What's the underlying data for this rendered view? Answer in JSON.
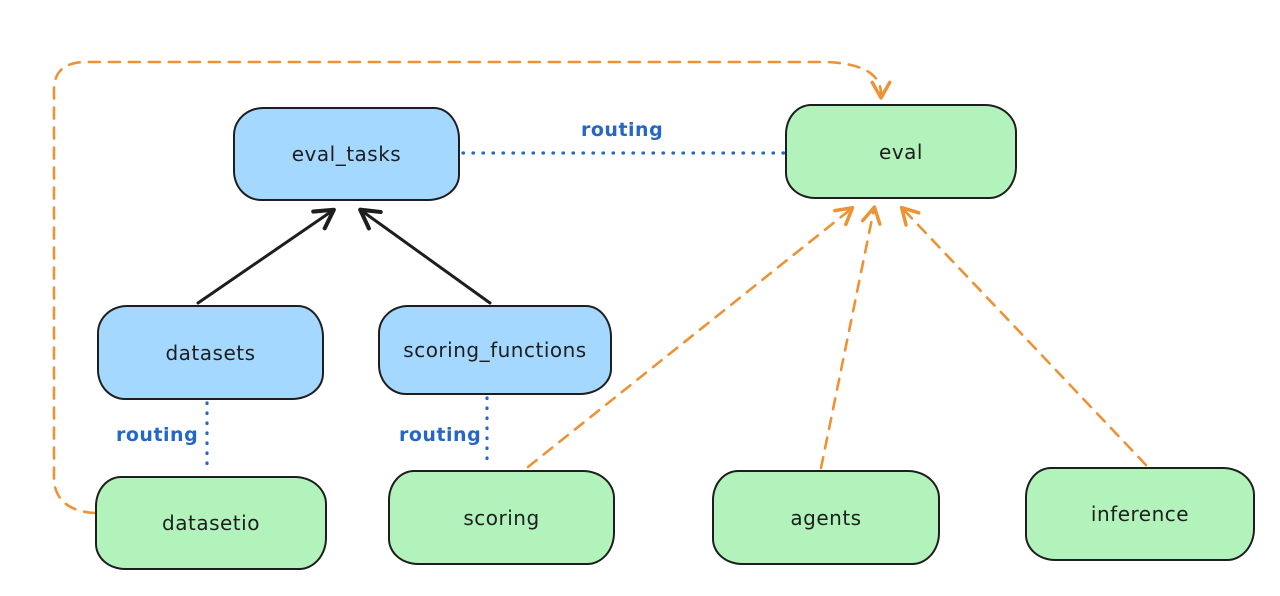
{
  "diagram": {
    "background": "#ffffff",
    "colors": {
      "blue_node_fill": "#a5d8ff",
      "green_node_fill": "#b2f2bb",
      "node_stroke": "#1e1e1e",
      "routing_blue": "#2468c4",
      "orange_dashed": "#ec9336",
      "solid_arrow_black": "#1e1e1e"
    },
    "routing_label": "routing",
    "nodes": [
      {
        "id": "eval_tasks",
        "label": "eval_tasks",
        "color": "blue"
      },
      {
        "id": "eval",
        "label": "eval",
        "color": "green"
      },
      {
        "id": "datasets",
        "label": "datasets",
        "color": "blue"
      },
      {
        "id": "scoring_functions",
        "label": "scoring_functions",
        "color": "blue"
      },
      {
        "id": "datasetio",
        "label": "datasetio",
        "color": "green"
      },
      {
        "id": "scoring",
        "label": "scoring",
        "color": "green"
      },
      {
        "id": "agents",
        "label": "agents",
        "color": "green"
      },
      {
        "id": "inference",
        "label": "inference",
        "color": "green"
      }
    ],
    "edges": [
      {
        "from": "datasets",
        "to": "eval_tasks",
        "style": "solid-arrow",
        "color": "#1e1e1e"
      },
      {
        "from": "scoring_functions",
        "to": "eval_tasks",
        "style": "solid-arrow",
        "color": "#1e1e1e"
      },
      {
        "from": "eval_tasks",
        "to": "eval",
        "style": "dotted-line",
        "color": "#2468c4",
        "label": "routing"
      },
      {
        "from": "datasets",
        "to": "datasetio",
        "style": "dotted-line",
        "color": "#2468c4",
        "label": "routing"
      },
      {
        "from": "scoring_functions",
        "to": "scoring",
        "style": "dotted-line",
        "color": "#2468c4",
        "label": "routing"
      },
      {
        "from": "datasetio",
        "to": "eval",
        "style": "dashed-arrow",
        "color": "#ec9336"
      },
      {
        "from": "scoring",
        "to": "eval",
        "style": "dashed-arrow",
        "color": "#ec9336"
      },
      {
        "from": "agents",
        "to": "eval",
        "style": "dashed-arrow",
        "color": "#ec9336"
      },
      {
        "from": "inference",
        "to": "eval",
        "style": "dashed-arrow",
        "color": "#ec9336"
      }
    ]
  }
}
